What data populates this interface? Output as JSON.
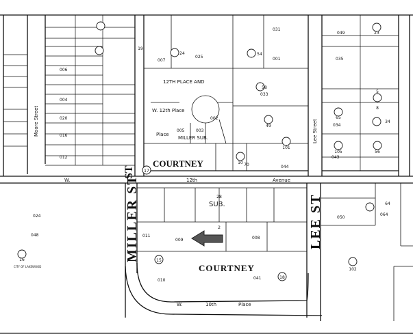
{
  "streets": {
    "miller_st": "MILLER ST",
    "lee_st": "LEE ST",
    "st_upper": "ST",
    "courtney_upper": "COURTNEY",
    "courtney_lower": "COURTNEY",
    "w_label": "W.",
    "twelfth": "12th",
    "avenue": "Avenue",
    "place": "Place",
    "w_12th_place": "W. 12th Place",
    "w_10th_place_w": "W.",
    "w_10th_place_num": "10th",
    "w_10th_place_place": "Place",
    "moore_street": "Moore Street",
    "lee_street": "Lee Street",
    "miller_sub": "MILLER SUB.",
    "twelfth_place_and": "12TH PLACE AND",
    "sub": "SUB.",
    "city_of_lakewood": "CITY OF LAKEWOOD"
  },
  "parcels": {
    "p010": "010",
    "p008": "008",
    "p009": "009",
    "p011": "011",
    "p041": "041",
    "p048": "048",
    "p024": "024",
    "p050": "050",
    "p064": "064",
    "p043": "043",
    "p044": "044",
    "p034": "034",
    "p005": "005",
    "p003": "003",
    "p002": "002",
    "p007": "007",
    "p006": "006",
    "p004": "004",
    "p001": "001",
    "p012": "012",
    "p016": "016",
    "p020": "020",
    "p025": "025",
    "p035": "035",
    "p033": "033",
    "p031": "031",
    "p049": "049"
  },
  "lots": {
    "l2": "2",
    "l5": "5",
    "l8": "8",
    "l10": "10",
    "l15": "15",
    "l16": "16",
    "l17": "17",
    "l18": "18",
    "l19": "19",
    "l23": "23",
    "l24": "24",
    "l34": "34",
    "l49": "49",
    "l54": "54",
    "l56": "56",
    "l58": "58",
    "l64": "64",
    "l65": "65",
    "l101": "101",
    "l102": "102",
    "l105": "105",
    "l70": "70",
    "l28": "28"
  }
}
